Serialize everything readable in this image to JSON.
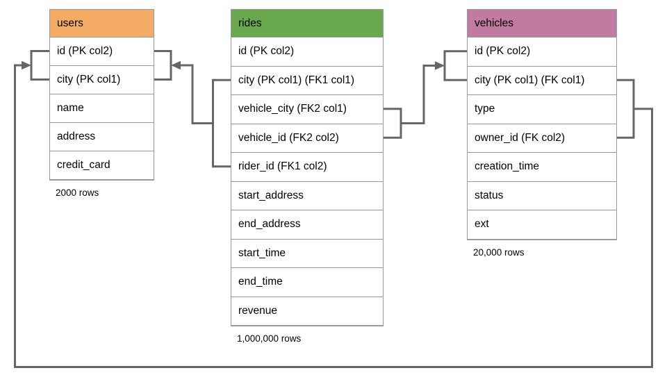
{
  "diagram": {
    "background_color": "#ffffff",
    "cell_border_color": "#999999",
    "connector_color": "#666666",
    "text_color": "#000000"
  },
  "tables": [
    {
      "name": "users",
      "header_color": "#F4AC64",
      "rows": [
        "id (PK col2)",
        "city (PK col1)",
        "name",
        "address",
        "credit_card"
      ],
      "row_count": "2000 rows"
    },
    {
      "name": "rides",
      "header_color": "#6AA84F",
      "rows": [
        "id (PK col2)",
        "city (PK col1) (FK1 col1)",
        "vehicle_city (FK2 col1)",
        "vehicle_id (FK2 col2)",
        "rider_id (FK1 col2)",
        "start_address",
        "end_address",
        "start_time",
        "end_time",
        "revenue"
      ],
      "row_count": "1,000,000 rows"
    },
    {
      "name": "vehicles",
      "header_color": "#C27BA0",
      "rows": [
        "id (PK col2)",
        "city (PK col1) (FK col1)",
        "type",
        "owner_id (FK col2)",
        "creation_time",
        "status",
        "ext"
      ],
      "row_count": "20,000 rows"
    }
  ],
  "relationships": [
    {
      "from": "rides (FK1: city, rider_id)",
      "to": "users (PK: city, id)"
    },
    {
      "from": "rides (FK2: vehicle_city, vehicle_id)",
      "to": "vehicles (PK: city, id)"
    },
    {
      "from": "vehicles (FK: city, owner_id)",
      "to": "users (PK: city, id)"
    }
  ]
}
